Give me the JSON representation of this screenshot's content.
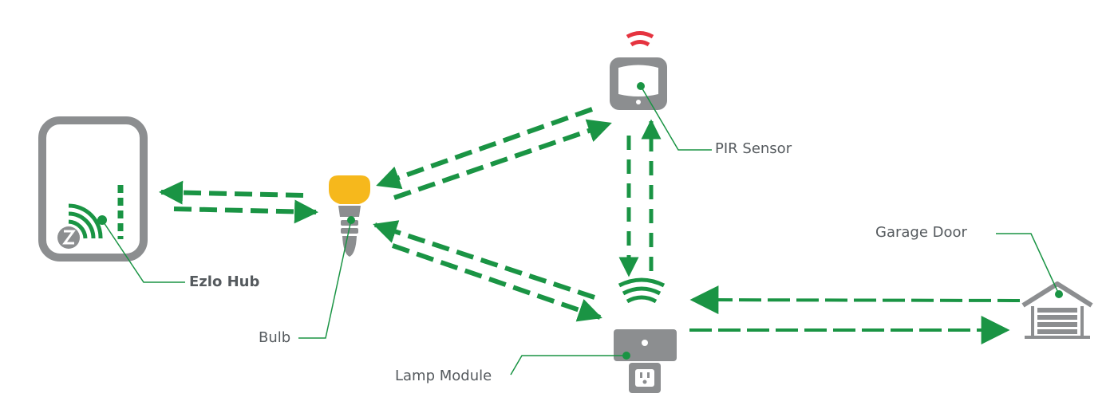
{
  "labels": {
    "hub": "Ezlo Hub",
    "bulb": "Bulb",
    "lamp_module": "Lamp Module",
    "pir_sensor": "PIR Sensor",
    "garage_door": "Garage Door"
  },
  "icons": {
    "hub": "z-wave-hub-icon",
    "bulb": "light-bulb-icon",
    "pir": "motion-sensor-icon",
    "lamp_module": "plug-in-module-icon",
    "garage": "garage-door-icon"
  },
  "colors": {
    "device_gray": "#8c8e90",
    "link_green": "#1a9444",
    "bulb_yellow": "#f6b81c",
    "sensor_red": "#e5333f",
    "label_gray": "#555a5e"
  }
}
